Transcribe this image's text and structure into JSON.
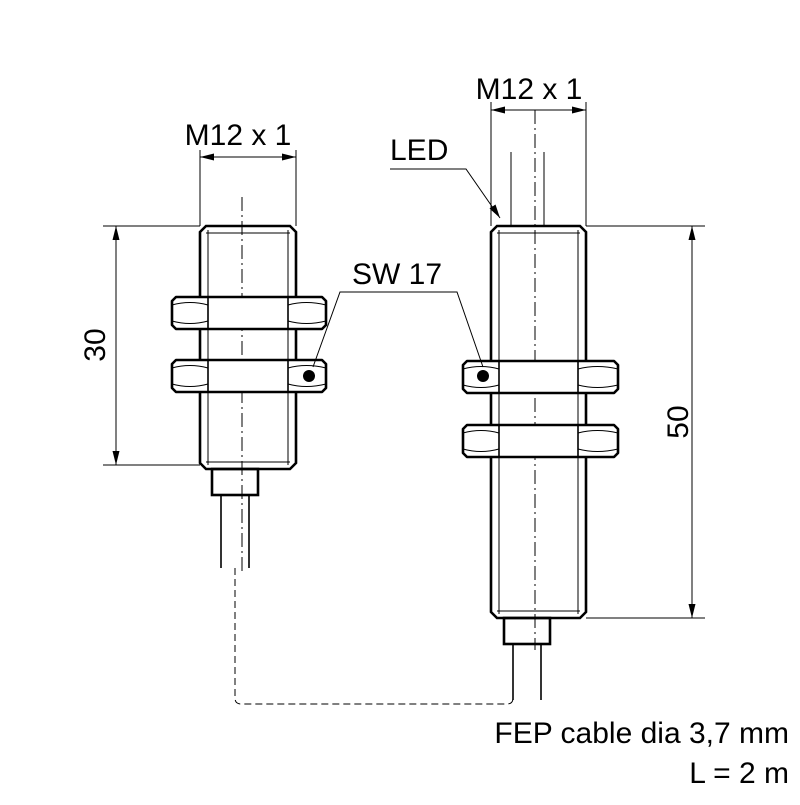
{
  "left_sensor": {
    "thread_label": "M12 x 1",
    "length_label": "30"
  },
  "right_sensor": {
    "thread_label": "M12 x 1",
    "length_label": "50",
    "led_label": "LED"
  },
  "wrench_label": "SW 17",
  "cable_note": {
    "line1": "FEP cable dia 3,7 mm",
    "line2": "L = 2 m"
  }
}
